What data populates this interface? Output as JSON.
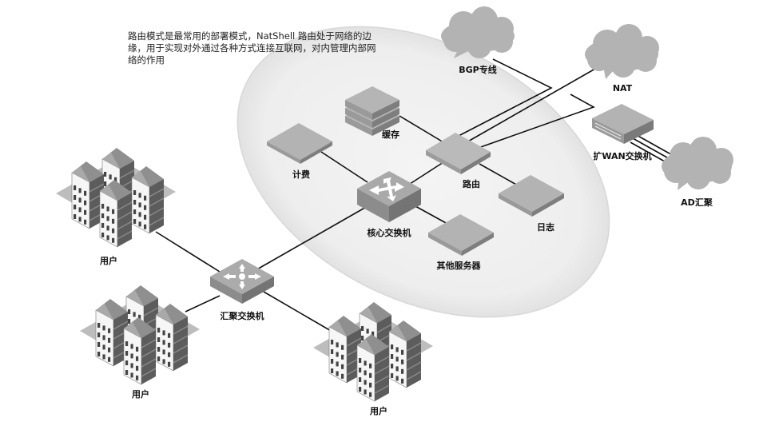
{
  "description": "路由模式是最常用的部署模式，NatShell 路由处于网络的边缘，用于实现对外通过各种方式连接互联网，对内管理内部网络的作用",
  "clouds": {
    "bgp": "BGP专线",
    "nat": "NAT",
    "ad": "AD汇聚"
  },
  "devices": {
    "cache": "缓存",
    "billing": "计费",
    "router": "路由",
    "core_switch": "核心交换机",
    "log": "日志",
    "other_servers": "其他服务器",
    "wan_switch": "扩WAN交换机",
    "aggregation_switch": "汇聚交换机"
  },
  "users": {
    "user_a": "用户",
    "user_b": "用户",
    "user_c": "用户"
  },
  "colors": {
    "zone_fill": "#efefef",
    "cloud": "#b3b3b3",
    "device_top": "#b8b8b8",
    "device_side": "#8a8a8a",
    "line": "#111111"
  }
}
